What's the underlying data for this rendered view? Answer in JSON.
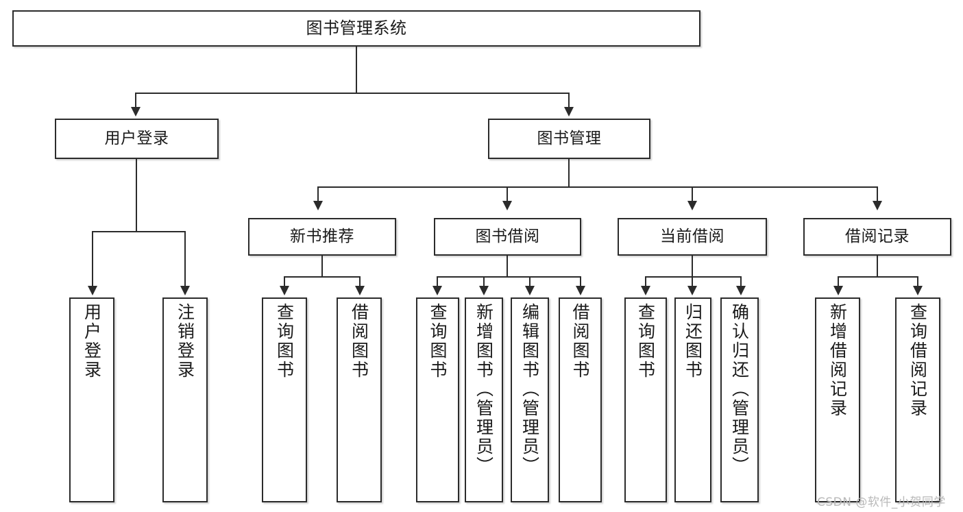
{
  "diagram": {
    "title_node": {
      "label": "图书管理系统"
    },
    "level2": [
      {
        "label": "用户登录"
      },
      {
        "label": "图书管理"
      }
    ],
    "level3": [
      {
        "label": "新书推荐"
      },
      {
        "label": "图书借阅"
      },
      {
        "label": "当前借阅"
      },
      {
        "label": "借阅记录"
      }
    ],
    "leaves": {
      "user_login": [
        {
          "label": "用户登录"
        },
        {
          "label": "注销登录"
        }
      ],
      "new_book_recommend": [
        {
          "label": "查询图书"
        },
        {
          "label": "借阅图书"
        }
      ],
      "book_borrow": [
        {
          "label": "查询图书"
        },
        {
          "label": "新增图书（管理员）"
        },
        {
          "label": "编辑图书（管理员）"
        },
        {
          "label": "借阅图书"
        }
      ],
      "current_borrow": [
        {
          "label": "查询图书"
        },
        {
          "label": "归还图书"
        },
        {
          "label": "确认归还（管理员）"
        }
      ],
      "borrow_record": [
        {
          "label": "新增借阅记录"
        },
        {
          "label": "查询借阅记录"
        }
      ]
    }
  },
  "watermark": {
    "text": "CSDN @软件_小贺同学"
  },
  "colors": {
    "border": "#2b2b2b",
    "background": "#ffffff",
    "text": "#1a1a1a",
    "watermark": "#b9b9b9"
  }
}
